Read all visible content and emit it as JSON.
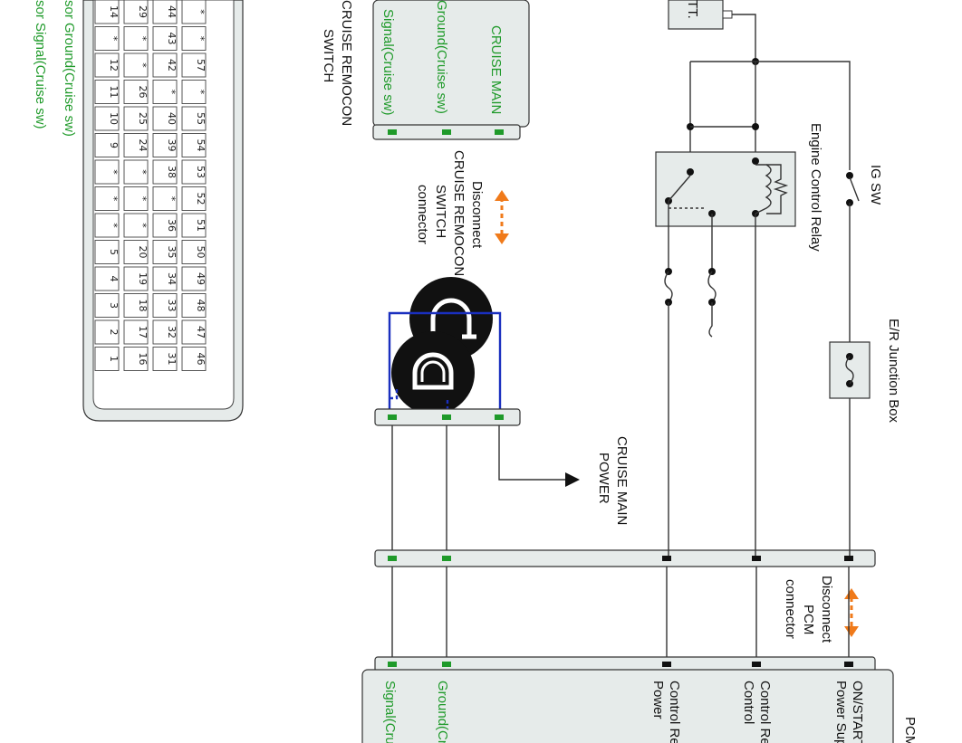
{
  "left_partial_labels": [
    "sor Ground(Cruise sw)",
    "sor Signal(Cruise sw)"
  ],
  "pin_grid_rows": [
    [
      "14",
      "*",
      "12",
      "11",
      "10",
      "9",
      "*",
      "*",
      "*",
      "5",
      "4",
      "3",
      "2",
      "1"
    ],
    [
      "29",
      "*",
      "*",
      "26",
      "25",
      "24",
      "*",
      "*",
      "*",
      "20",
      "19",
      "18",
      "17",
      "16"
    ],
    [
      "44",
      "43",
      "42",
      "*",
      "40",
      "39",
      "38",
      "*",
      "36",
      "35",
      "34",
      "33",
      "32",
      "31"
    ],
    [
      "*",
      "*",
      "57",
      "*",
      "55",
      "54",
      "53",
      "52",
      "51",
      "50",
      "49",
      "48",
      "47",
      "46"
    ]
  ],
  "switch": {
    "title": "CRUISE REMOCON SWITCH",
    "title_line1": "CRUISE REMOCON",
    "title_line2": "SWITCH",
    "pins": [
      "CRUISE MAIN",
      "Ground(Cruise sw)",
      "Signal(Cruise sw)"
    ]
  },
  "switch_connector": {
    "disconnect": "Disconnect",
    "line1": "CRUISE REMOCON",
    "line2": "SWITCH",
    "line3": "connector"
  },
  "cruise_main_power": {
    "line1": "CRUISE MAIN",
    "line2": "POWER"
  },
  "relay": {
    "label": "Engine Control Relay"
  },
  "ig_sw": {
    "label": "IG SW"
  },
  "batt": {
    "label": "TT."
  },
  "junction": {
    "label": "E/R Junction Box"
  },
  "pcm_connector": {
    "disconnect": "Disconnect",
    "line1": "PCM",
    "line2": "connector"
  },
  "pcm": {
    "title": "PCM",
    "pins": [
      {
        "line1": "ON/START",
        "line2": "Power Sup"
      },
      {
        "line1": "Control Re",
        "line2": "Control"
      },
      {
        "line1": "Control Re",
        "line2": "Power"
      },
      {
        "line1": "Ground(Cr",
        "line2": ""
      },
      {
        "line1": "Signal(Cru",
        "line2": ""
      }
    ]
  },
  "colors": {
    "wire_signal": "#1a2fbf",
    "terminal_green": "#1f9a2a",
    "disconnect_arrow": "#f07a1a",
    "box_fill": "#e6ebea"
  }
}
